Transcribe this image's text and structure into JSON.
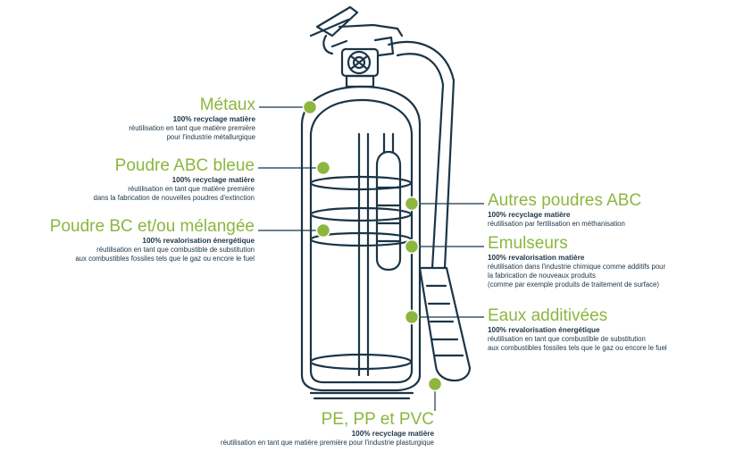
{
  "labels": {
    "metaux": {
      "title": "Métaux",
      "sub": "100% recyclage matière",
      "desc": [
        "réutilisation en tant que matière première",
        "pour l'industrie métallurgique"
      ]
    },
    "poudre_abc_bleue": {
      "title": "Poudre ABC bleue",
      "sub": "100% recyclage matière",
      "desc": [
        "réutilisation en tant que matière première",
        "dans la fabrication de nouvelles poudres d'extinction"
      ]
    },
    "poudre_bc": {
      "title": "Poudre BC et/ou mélangée",
      "sub": "100% revalorisation énergétique",
      "desc": [
        "réutilisation en tant que combustible de substitution",
        "aux combustibles fossiles tels que le gaz ou encore le fuel"
      ]
    },
    "autres_poudres": {
      "title": "Autres poudres ABC",
      "sub": "100% recyclage matière",
      "desc": [
        "réutilisation par fertilisation en méthanisation"
      ]
    },
    "emulseurs": {
      "title": "Emulseurs",
      "sub": "100% revalorisation matière",
      "desc": [
        "réutilisation dans l'industrie chimique comme additifs pour",
        "la fabrication de nouveaux produits",
        "(comme par exemple produits de traitement de surface)"
      ]
    },
    "eaux": {
      "title": "Eaux additivées",
      "sub": "100% revalorisation énergétique",
      "desc": [
        "réutilisation en tant que combustible de substitution",
        "aux combustibles fossiles tels que le gaz ou encore le fuel"
      ]
    },
    "plastiques": {
      "title": "PE, PP et PVC",
      "sub": "100% recyclage matière",
      "desc": [
        "réutilisation en tant que matière première pour l'industrie plasturgique"
      ]
    }
  },
  "colors": {
    "accent": "#8db63f",
    "ink": "#1b3547"
  },
  "icons": [
    "fire-extinguisher-illustration"
  ]
}
